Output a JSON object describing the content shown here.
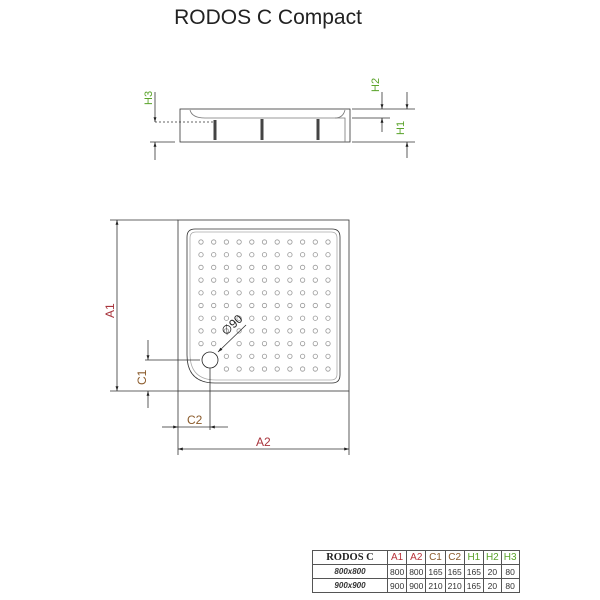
{
  "title": "RODOS C Compact",
  "labels": {
    "A1": "A1",
    "A2": "A2",
    "C1": "C1",
    "C2": "C2",
    "H1": "H1",
    "H2": "H2",
    "H3": "H3",
    "drain": "∅90"
  },
  "colors": {
    "A": "#b8323a",
    "C": "#8a5a2a",
    "H": "#5aa32a"
  },
  "table": {
    "header": [
      "RODOS C",
      "A1",
      "A2",
      "C1",
      "C2",
      "H1",
      "H2",
      "H3"
    ],
    "rows": [
      [
        "800x800",
        "800",
        "800",
        "165",
        "165",
        "165",
        "20",
        "80"
      ],
      [
        "900x900",
        "900",
        "900",
        "210",
        "210",
        "165",
        "20",
        "80"
      ]
    ]
  }
}
